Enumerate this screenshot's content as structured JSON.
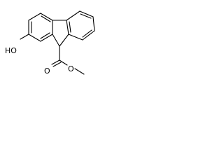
{
  "molecule": {
    "atoms": {
      "hydroxyl": "HO",
      "carbonyl_oxygen": "O",
      "ester_oxygen": "O"
    }
  }
}
